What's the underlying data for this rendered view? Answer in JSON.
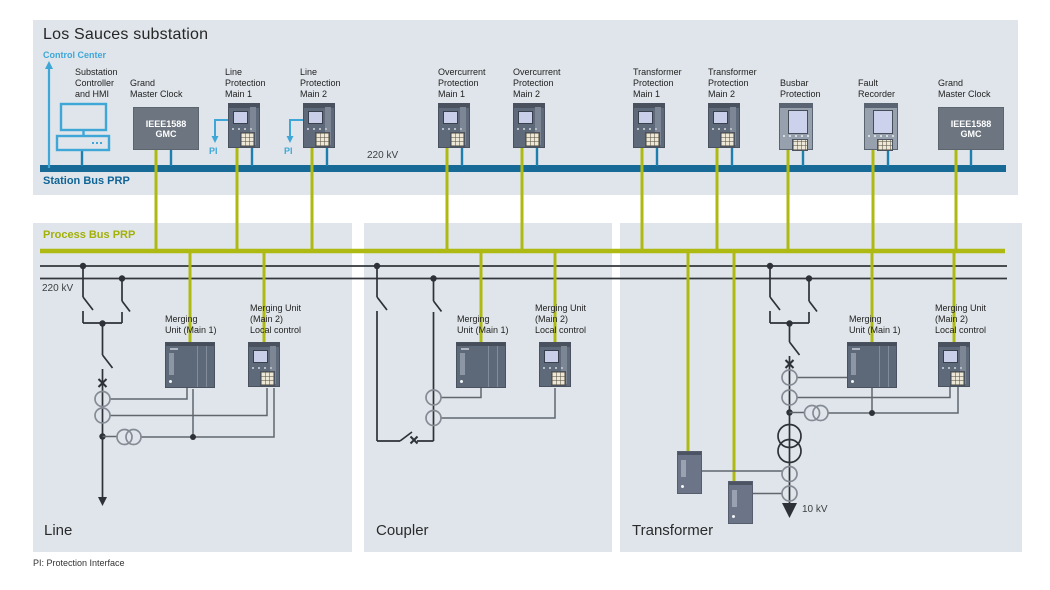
{
  "title": "Los Sauces substation",
  "control_center_label": "Control Center",
  "pi_label": "PI",
  "pi_note": "PI: Protection Interface",
  "station_bus": {
    "label": "Station Bus PRP",
    "voltage_label": "220 kV"
  },
  "process_bus": {
    "label": "Process Bus PRP",
    "voltage_label": "220 kV"
  },
  "transformer_secondary_voltage": "10 kV",
  "colors": {
    "station_bus": "#176a96",
    "process_bus": "#aeba12",
    "accent_light_blue": "#3fa7d8",
    "panel_background": "#dfe5ea"
  },
  "top_devices": [
    {
      "id": "substation-controller-hmi",
      "label": "Substation\nController\nand HMI",
      "type": "hmi"
    },
    {
      "id": "grand-master-clock-left",
      "label": "Grand\nMaster Clock",
      "type": "gmc",
      "box_text": "IEEE1588\nGMC"
    },
    {
      "id": "line-protection-main-1",
      "label": "Line\nProtection\nMain 1",
      "type": "ied",
      "pi": true
    },
    {
      "id": "line-protection-main-2",
      "label": "Line\nProtection\nMain 2",
      "type": "ied",
      "pi": true
    },
    {
      "id": "overcurrent-protection-main-1",
      "label": "Overcurrent\nProtection\nMain 1",
      "type": "ied"
    },
    {
      "id": "overcurrent-protection-main-2",
      "label": "Overcurrent\nProtection\nMain 2",
      "type": "ied"
    },
    {
      "id": "transformer-protection-main-1",
      "label": "Transformer\nProtection\nMain 1",
      "type": "ied"
    },
    {
      "id": "transformer-protection-main-2",
      "label": "Transformer\nProtection\nMain 2",
      "type": "ied"
    },
    {
      "id": "busbar-protection",
      "label": "Busbar\nProtection",
      "type": "ied2"
    },
    {
      "id": "fault-recorder",
      "label": "Fault\nRecorder",
      "type": "ied2"
    },
    {
      "id": "grand-master-clock-right",
      "label": "Grand\nMaster Clock",
      "type": "gmc",
      "box_text": "IEEE1588\nGMC"
    }
  ],
  "bays": [
    {
      "name": "Line",
      "mu1_label": "Merging\nUnit (Main 1)",
      "mu2_label": "Merging Unit\n(Main 2)\nLocal control"
    },
    {
      "name": "Coupler",
      "mu1_label": "Merging\nUnit (Main 1)",
      "mu2_label": "Merging Unit\n(Main 2)\nLocal control"
    },
    {
      "name": "Transformer",
      "mu1_label": "Merging\nUnit (Main 1)",
      "mu2_label": "Merging Unit\n(Main 2)\nLocal control"
    }
  ]
}
